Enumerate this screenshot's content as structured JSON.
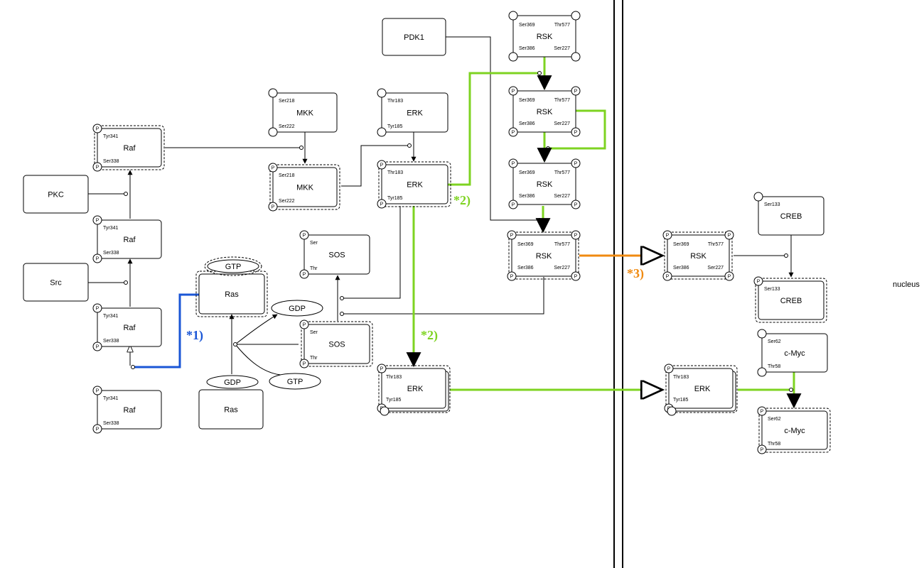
{
  "compartment_label": "nucleus",
  "colors": {
    "blue": "#1a56d6",
    "green": "#7ed321",
    "orange": "#f08a10"
  },
  "nodes": {
    "pdk1": {
      "name": "PDK1"
    },
    "pkc": {
      "name": "PKC"
    },
    "src": {
      "name": "Src"
    },
    "raf_top": {
      "name": "Raf",
      "site1": "Tyr341",
      "site2": "Ser338",
      "p": "P"
    },
    "raf_mid": {
      "name": "Raf",
      "site1": "Tyr341",
      "site2": "Ser338",
      "p": "P"
    },
    "raf_low": {
      "name": "Raf",
      "site1": "Tyr341",
      "site2": "Ser338",
      "p": "P"
    },
    "raf_bottom": {
      "name": "Raf",
      "site1": "Tyr341",
      "site2": "Ser338",
      "p": "P"
    },
    "mkk_top": {
      "name": "MKK",
      "site1": "Ser218",
      "site2": "Ser222"
    },
    "mkk_active": {
      "name": "MKK",
      "site1": "Ser218",
      "site2": "Ser222",
      "p": "P"
    },
    "erk_top": {
      "name": "ERK",
      "site1": "Thr183",
      "site2": "Tyr185"
    },
    "erk_active": {
      "name": "ERK",
      "site1": "Thr183",
      "site2": "Tyr185",
      "p": "P"
    },
    "erk_dimer": {
      "name": "ERK",
      "site1": "Thr183",
      "site2": "Tyr185",
      "p": "P"
    },
    "erk_nuclear": {
      "name": "ERK",
      "site1": "Thr183",
      "site2": "Tyr185",
      "p": "P"
    },
    "sos_top": {
      "name": "SOS",
      "site1": "Ser",
      "site2": "Thr",
      "p": "P"
    },
    "sos_bottom": {
      "name": "SOS",
      "site1": "Ser",
      "site2": "Thr",
      "p": "P"
    },
    "ras_gtp": {
      "name": "Ras",
      "bound": "GTP"
    },
    "ras_gdp": {
      "name": "Ras",
      "bound": "GDP"
    },
    "gdp_free": {
      "name": "GDP"
    },
    "gtp_free": {
      "name": "GTP"
    },
    "rsk1": {
      "name": "RSK",
      "s1": "Ser369",
      "s2": "Thr577",
      "s3": "Ser386",
      "s4": "Ser227"
    },
    "rsk2": {
      "name": "RSK",
      "s1": "Ser369",
      "s2": "Thr577",
      "s3": "Ser386",
      "s4": "Ser227",
      "p": "P"
    },
    "rsk3": {
      "name": "RSK",
      "s1": "Ser369",
      "s2": "Thr577",
      "s3": "Ser386",
      "s4": "Ser227",
      "p": "P"
    },
    "rsk4": {
      "name": "RSK",
      "s1": "Ser369",
      "s2": "Thr577",
      "s3": "Ser386",
      "s4": "Ser227",
      "p": "P"
    },
    "rsk_nuclear": {
      "name": "RSK",
      "s1": "Ser369",
      "s2": "Thr577",
      "s3": "Ser386",
      "s4": "Ser227",
      "p": "P"
    },
    "creb": {
      "name": "CREB",
      "site1": "Ser133"
    },
    "creb_active": {
      "name": "CREB",
      "site1": "Ser133",
      "p": "P"
    },
    "cmyc": {
      "name": "c-Myc",
      "site1": "Ser62",
      "site2": "Thr58"
    },
    "cmyc_active": {
      "name": "c-Myc",
      "site1": "Ser62",
      "site2": "Thr58",
      "p": "P"
    }
  },
  "annotations": {
    "note1": "*1)",
    "note2a": "*2)",
    "note2b": "*2)",
    "note3": "*3)"
  }
}
